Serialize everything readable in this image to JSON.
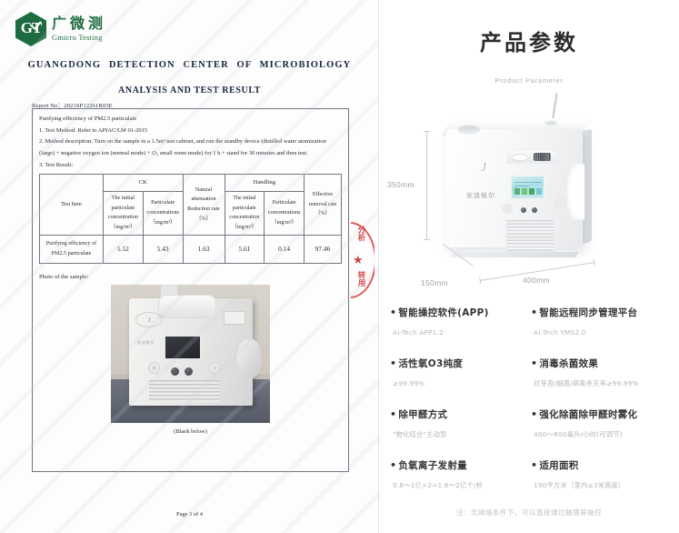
{
  "report": {
    "lab": {
      "logo_icon": "gt-hexagon-logo-icon",
      "name_cn": "广微测",
      "name_en": "Gmicro Testing"
    },
    "org_title": "GUANGDONG   DETECTION   CENTER   OF   MICROBIOLOGY",
    "doc_title": "ANALYSIS AND TEST RESULT",
    "report_no_label": "Report No：2021SP12261R03E",
    "subject": "Purifying efficiency of PM2.5 particulate",
    "method_line": "1. Test Method: Refer to APIAC/LM 01-2015",
    "description_line": "2. Method description: Turn on the sample in a 1.5m³ test cabinet, and run the standby device (distilled water atomization (large) + negative oxygen ion (normal mode) + O₃ small room mode) for 1 h + stand for 30 minutes and then test.",
    "result_line": "3. Test Result:",
    "table": {
      "group_headers": [
        "CK",
        "Handling"
      ],
      "columns": [
        "Test Item",
        "The initial particulate concentration（mg/m³）",
        "Particulate concentrations（mg/m³）",
        "Natural attenuation Reduction rate（%）",
        "The initial particulate concentration（mg/m³）",
        "Particulate concentrations（mg/m³）",
        "Effective removal rate（%）"
      ],
      "column_parts": [
        {
          "t": "Test Item",
          "u": ""
        },
        {
          "t": "The initial particulate concentration",
          "u": "（mg/m³）"
        },
        {
          "t": "Particulate concentrations",
          "u": "（mg/m³）"
        },
        {
          "t": "Natural attenuation Reduction rate",
          "u": "（%）"
        },
        {
          "t": "The initial particulate concentration",
          "u": "（mg/m³）"
        },
        {
          "t": "Particulate concentrations",
          "u": "（mg/m³）"
        },
        {
          "t": "Effective removal rate",
          "u": "（%）"
        }
      ],
      "rows": [
        {
          "item": "Purifying efficiency of PM2.5 particulate",
          "ck_initial": "5.52",
          "ck_concentration": "5.43",
          "natural_reduction": "1.63",
          "handling_initial": "5.61",
          "handling_concentration": "0.14",
          "effective_removal": "97.46"
        }
      ]
    },
    "photo_label": "Photo of the sample:",
    "photo_device": {
      "logo_mark": "J",
      "brand_cn": "安迪格尔"
    },
    "blank_below": "(Blank below)",
    "page_no": "Page 3 of 4",
    "stamp": {
      "top_text": "分析",
      "bottom_text": "转用",
      "star_icon": "red-star-icon",
      "color": "#ce3434"
    }
  },
  "spec": {
    "title": "产品参数",
    "subtitle": "Product Parameter",
    "device": {
      "logo_mark": "J",
      "brand_cn": "安迪格尔"
    },
    "dimensions": {
      "height": "350mm",
      "width": "400mm",
      "depth": "150mm"
    },
    "items": [
      {
        "label": "智能操控软件(APP)",
        "value": "AI-Tech APP1.2"
      },
      {
        "label": "智能远程同步管理平台",
        "value": "AI-Tech YMS2.0"
      },
      {
        "label": "活性氧O3纯度",
        "value": "≥99.99%"
      },
      {
        "label": "消毒杀菌效果",
        "value": "对芽孢/细菌/病毒杀灭率≥99.99%"
      },
      {
        "label": "除甲醛方式",
        "value": "\"物化结合\"主动型"
      },
      {
        "label": "强化除菌除甲醛时雾化",
        "value": "400～800毫升/小时(可调节)"
      },
      {
        "label": "负氧离子发射量",
        "value": "0.8～1亿×2=1.6～2亿个/秒"
      },
      {
        "label": "适用面积",
        "value": "150平方米（室内≤3米高度）"
      }
    ],
    "note": "注：无网络条件下，可以直接通过触摸屏操控"
  }
}
